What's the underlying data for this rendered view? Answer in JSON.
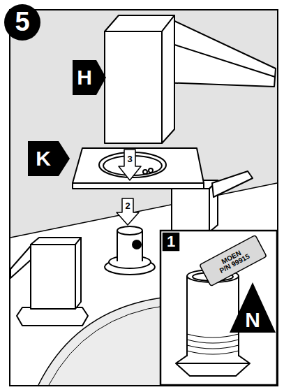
{
  "diagram": {
    "nodes": [
      {
        "text": [
          "5"
        ]
      },
      {
        "text": [
          "H"
        ]
      },
      {
        "text": [
          "K"
        ]
      },
      {
        "text": [
          "1"
        ]
      },
      {
        "text": [
          "MOEN",
          "P/N 99915"
        ]
      },
      {
        "text": [
          "N"
        ]
      }
    ],
    "labels": [
      "3",
      "2"
    ]
  }
}
